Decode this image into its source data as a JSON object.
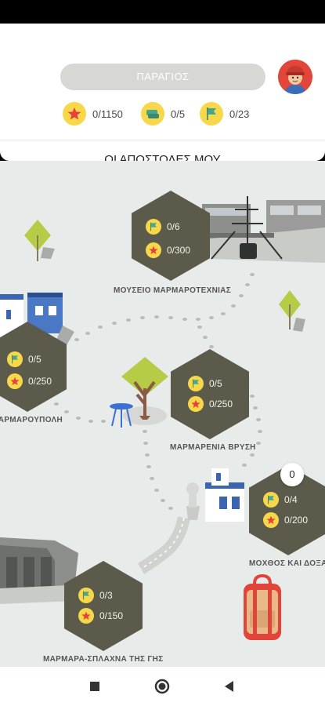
{
  "header": {
    "player_name": "ΠΑΡΑΓΙΟΣ",
    "stats": [
      {
        "icon": "star-icon",
        "value": "0/1150"
      },
      {
        "icon": "footsteps-icon",
        "value": "0/5"
      },
      {
        "icon": "flag-icon",
        "value": "0/23"
      }
    ],
    "missions_title": "ΟΙ ΑΠΟΣΤΟΛΕΣ ΜΟΥ"
  },
  "missions": [
    {
      "name": "ΜΟΥΣΕΙΟ ΜΑΡΜΑΡΟΤΕΧΝΙΑΣ",
      "flags": "0/6",
      "stars": "0/300"
    },
    {
      "name": "ΜΑΡΜΑΡΟΥΠΟΛΗ",
      "flags": "0/5",
      "stars": "0/250"
    },
    {
      "name": "ΜΑΡΜΑΡΕΝΙΑ ΒΡΥΣΗ",
      "flags": "0/5",
      "stars": "0/250"
    },
    {
      "name": "ΜΟΧΘΟΣ ΚΑΙ ΔΟΞΑ",
      "flags": "0/4",
      "stars": "0/200"
    },
    {
      "name": "ΜΑΡΜΑΡΑ-ΣΠΛΑΧΝΑ ΤΗΣ ΓΗΣ",
      "flags": "0/3",
      "stars": "0/150"
    }
  ],
  "backpack": {
    "count": "0"
  },
  "colors": {
    "hex": "#5c5a4b",
    "coin": "#f6d84a",
    "star": "#e8403a",
    "flag": "#4aa58b",
    "tree": "#b6cc47",
    "map": "#e7ecea"
  }
}
